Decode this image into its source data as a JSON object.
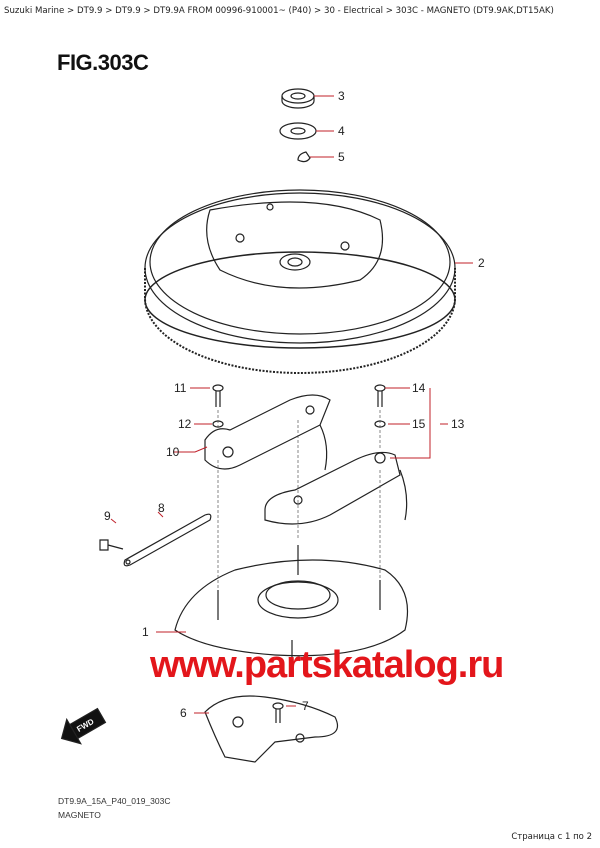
{
  "breadcrumb": "Suzuki Marine > DT9.9 > DT9.9 > DT9.9A FROM 00996-910001~ (P40) > 30 - Electrical > 303C - MAGNETO (DT9.9AK,DT15AK)",
  "figure_title": "FIG.303C",
  "drawing_code": "DT9.9A_15A_P40_019_303C",
  "drawing_name": "MAGNETO",
  "pagination": "Страница с 1 по 2",
  "watermark": "www.partskatalog.ru",
  "fwd_label": "FWD",
  "callouts": [
    "1",
    "2",
    "3",
    "4",
    "5",
    "6",
    "7",
    "8",
    "9",
    "10",
    "11",
    "12",
    "13",
    "14",
    "15"
  ],
  "colors": {
    "callout_line": "#c0202a",
    "watermark": "#e3161b"
  }
}
